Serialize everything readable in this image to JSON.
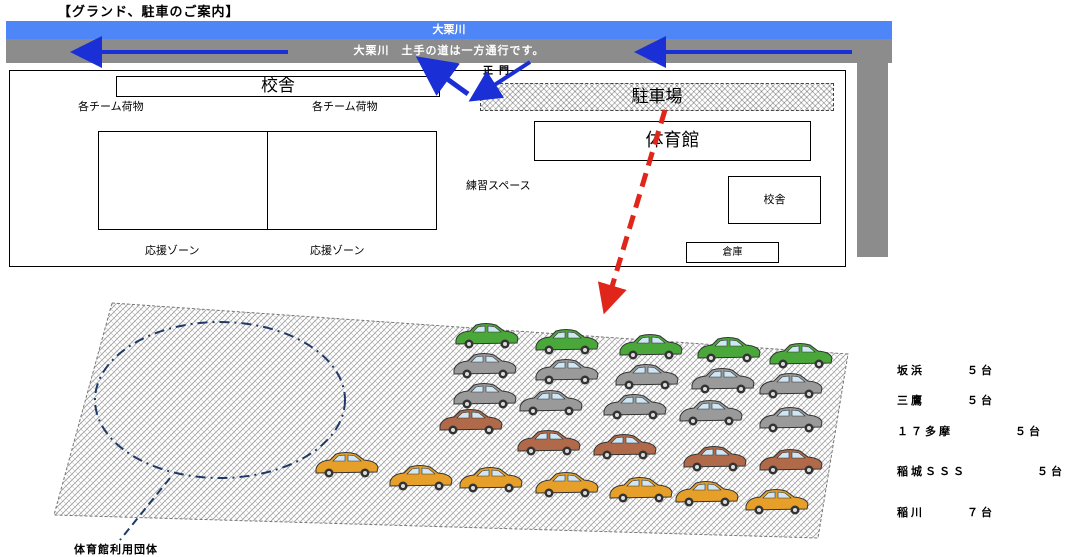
{
  "title": "【グランド、駐車のご案内】",
  "road": {
    "river_label": "大栗川",
    "oneway_label": "大栗川　土手の道は一方通行です。"
  },
  "map": {
    "gate": "正門",
    "school_main": "校舎",
    "parking": "駐車場",
    "gym": "体育館",
    "school_side": "校舎",
    "warehouse": "倉庫",
    "team_luggage_1": "各チーム荷物",
    "team_luggage_2": "各チーム荷物",
    "practice_space": "練習スペース",
    "cheer_zone_1": "応援ゾーン",
    "cheer_zone_2": "応援ゾーン"
  },
  "parking_lot": {
    "gym_users_label": "体育館利用団体"
  },
  "allocations": [
    {
      "team": "坂浜",
      "count": "５台"
    },
    {
      "team": "三鷹",
      "count": "５台"
    },
    {
      "team": "１７多摩",
      "count": "５台"
    },
    {
      "team": "稲城ＳＳＳ",
      "count": "５台"
    },
    {
      "team": "稲川",
      "count": "７台"
    }
  ],
  "colors": {
    "river": "#4f86f7",
    "road": "#8c8c8c",
    "one_way_arrow": "#1a2fd6",
    "route_arrow": "#e0261b",
    "car_green": "#4aa83a",
    "car_gray": "#9a9a9a",
    "car_brown": "#b06a4a",
    "car_orange": "#e6a02a"
  }
}
